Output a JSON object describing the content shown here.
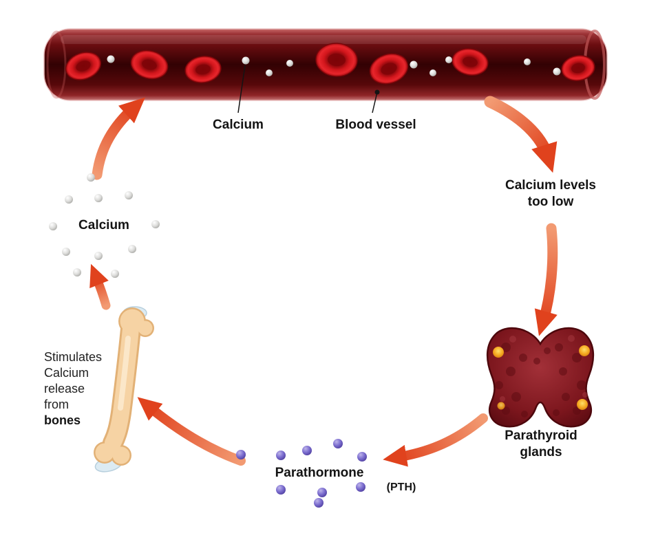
{
  "diagram": {
    "vessel": {
      "calcium_label": "Calcium",
      "vessel_label": "Blood vessel"
    },
    "right_flow": {
      "low_line1": "Calcium levels",
      "low_line2": "too low"
    },
    "glands": {
      "line1": "Parathyroid",
      "line2": "glands"
    },
    "hormone": {
      "name": "Parathormone",
      "abbr": "(PTH)"
    },
    "bone_note": {
      "lines": [
        "Stimulates",
        "Calcium",
        "release",
        "from",
        "bones"
      ]
    },
    "calcium_release": {
      "label": "Calcium"
    },
    "colors": {
      "arrow_head": "#e0421d",
      "arrow_tail": "#f29a72",
      "blood_cell": "#d2161c",
      "vessel_dark": "#320103",
      "pth_dot": "#7d6fd0",
      "calcium_dot": "#dcdcda",
      "gland_body": "#7c161d",
      "gland_spot": "#f5a820",
      "bone_fill": "#f6d3a4",
      "text": "#141414"
    }
  }
}
